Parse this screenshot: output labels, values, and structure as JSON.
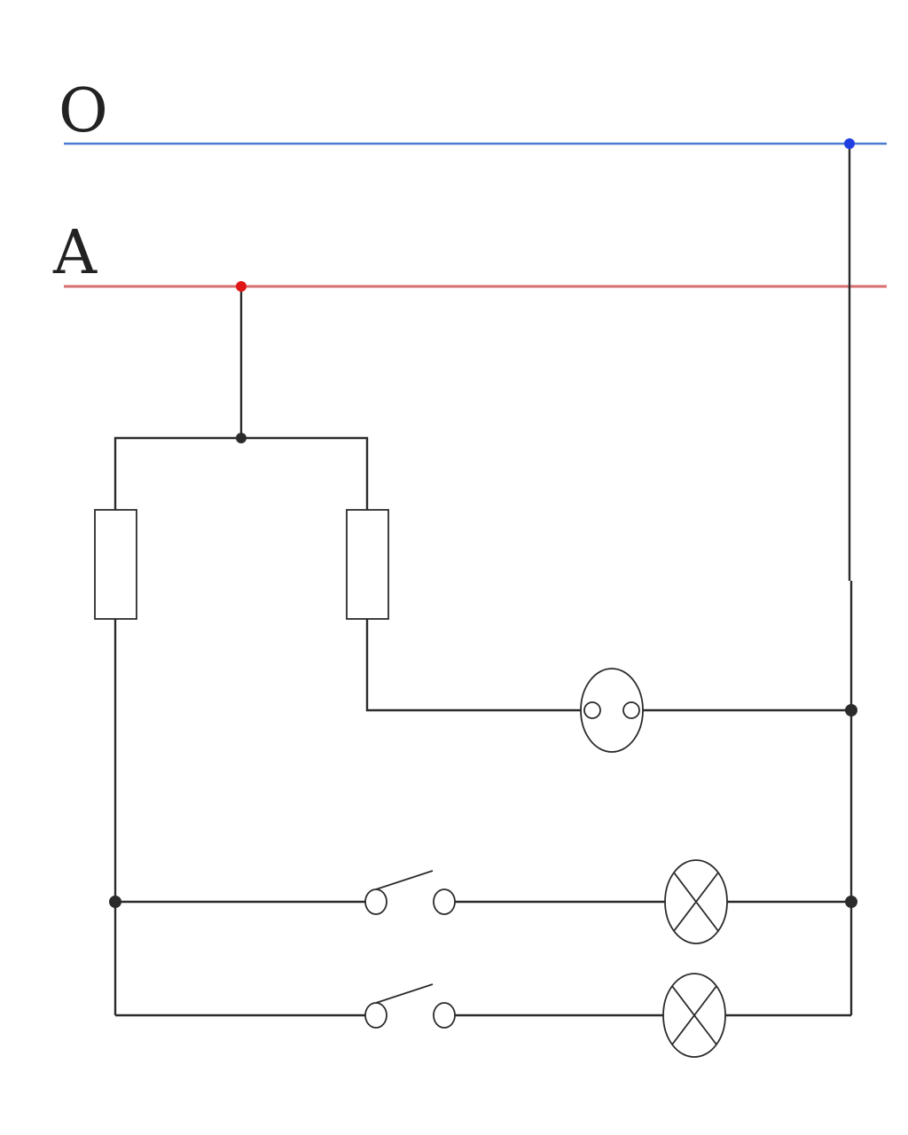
{
  "labels": {
    "neutral_line": "O",
    "live_line": "A"
  },
  "colors": {
    "neutral_line": "#4a7bd0",
    "live_line": "#d96c6c",
    "neutral_node": "#1f3fe0",
    "live_node": "#e01515",
    "wire": "#2b2b2b"
  },
  "components": {
    "fuses": 2,
    "sockets": 1,
    "switches": 2,
    "lamps": 2
  }
}
